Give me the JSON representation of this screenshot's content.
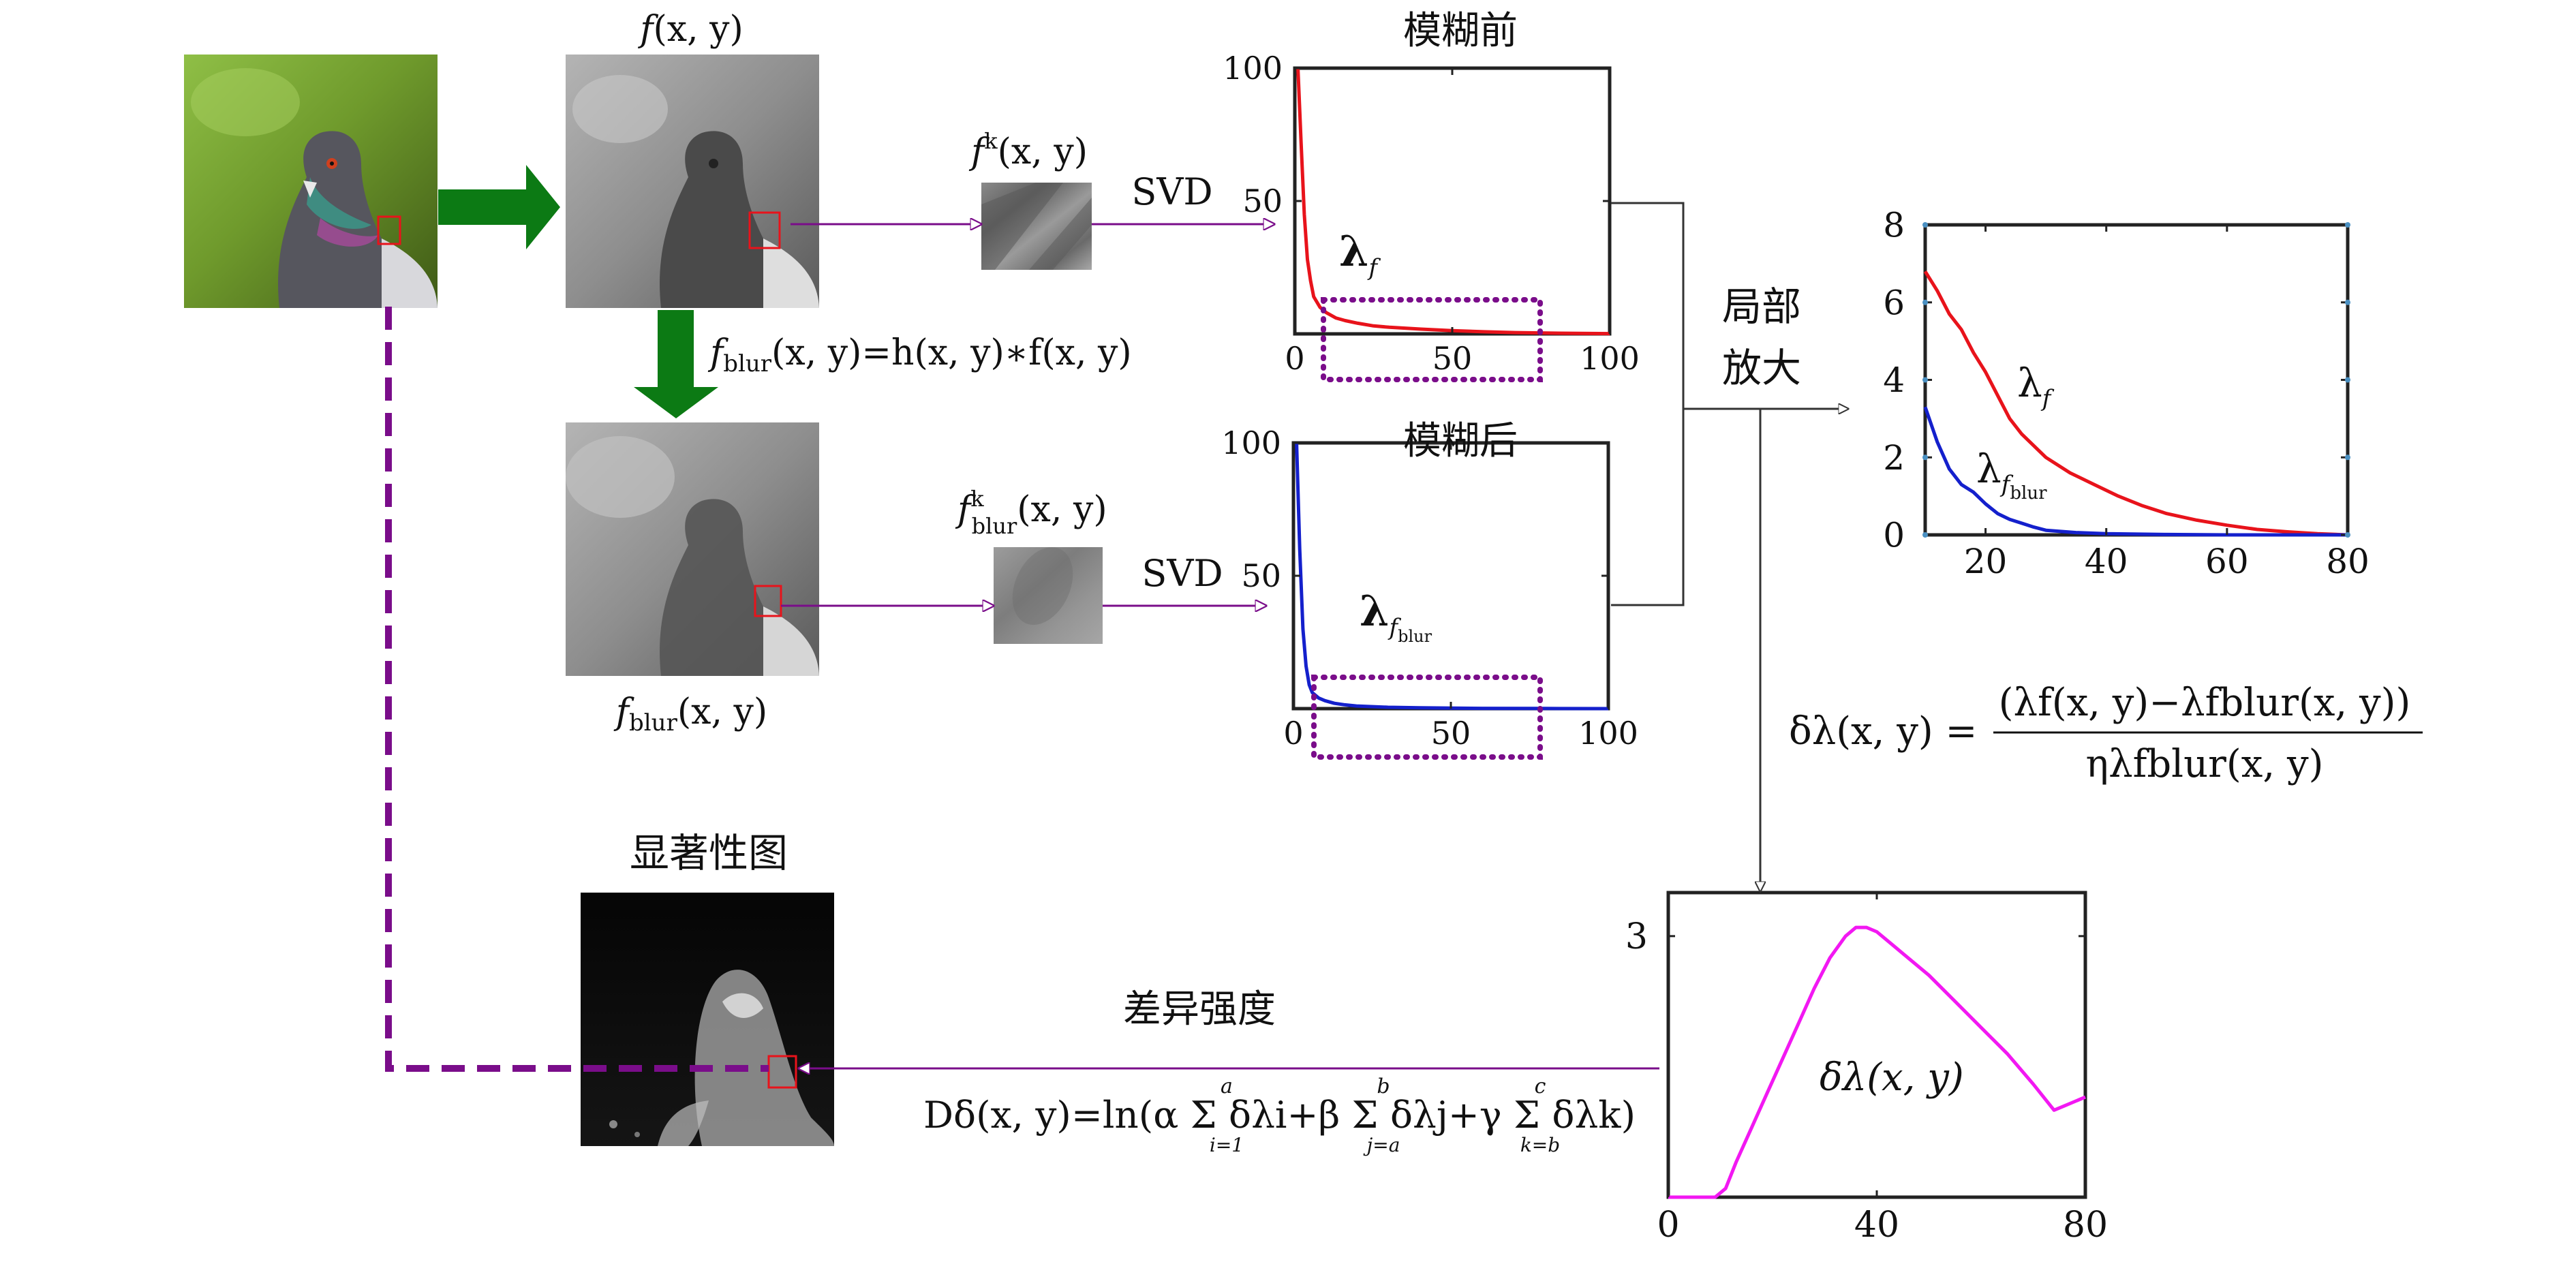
{
  "colors": {
    "red": "#e8131b",
    "blue": "#1420cc",
    "magenta": "#f218f2",
    "purple": "#7a0d8a",
    "green": "#0c7a14",
    "dark_text": "#111111"
  },
  "labels": {
    "f_xy_main": "f",
    "f_xy_args": "(x, y)",
    "f_blur_base": "f",
    "f_blur_sub": "blur",
    "f_blur_args": "(x, y)",
    "blur_eq_lhs_base": "f",
    "blur_eq_lhs_sub": "blur",
    "blur_eq_rest": "(x, y)=h(x, y)∗f(x, y)",
    "fk_base": "f",
    "fk_sup": "k",
    "fk_args": "(x, y)",
    "fbk_base": "f",
    "fbk_sup": "k",
    "fbk_sub": "blur",
    "fbk_args": "(x, y)",
    "svd_top": "SVD",
    "svd_bottom": "SVD",
    "chart_before_title": "模糊前",
    "chart_after_title": "模糊后",
    "lambda_f_base": "λ",
    "lambda_f_sub": "f",
    "lambda_fb_base": "λ",
    "lambda_fb_sub": "f",
    "lambda_fb_subsub": "blur",
    "zoom_label_1": "局部",
    "zoom_label_2": "放大",
    "saliency_title": "显著性图",
    "diff_label": "差异强度",
    "delta_label": "δλ(x, y)",
    "delta_formula_lhs": "δλ(x, y) =",
    "delta_formula_num": "(λf(x, y)−λfblur(x, y))",
    "delta_formula_den": "ηλfblur(x, y)",
    "D_formula": "Dδ(x, y)=ln(α Σ δλi+β Σ δλj+γ Σ δλk)",
    "D_sum1_top": "a",
    "D_sum1_bot": "i=1",
    "D_sum2_top": "b",
    "D_sum2_bot": "j=a",
    "D_sum3_top": "c",
    "D_sum3_bot": "k=b"
  },
  "chart_data": [
    {
      "id": "before",
      "type": "line",
      "title": "模糊前",
      "xlim": [
        0,
        100
      ],
      "ylim": [
        0,
        100
      ],
      "xticks": [
        0,
        50,
        100
      ],
      "yticks": [
        50,
        100
      ],
      "series": [
        {
          "color": "#e8131b",
          "x": [
            1,
            2,
            3,
            4,
            5,
            6,
            8,
            10,
            13,
            16,
            20,
            25,
            30,
            40,
            50,
            60,
            70,
            80,
            90,
            100
          ],
          "y": [
            100,
            72,
            45,
            28,
            20,
            14,
            10,
            8,
            6,
            5,
            4,
            3,
            2.5,
            1.8,
            1.2,
            0.8,
            0.5,
            0.3,
            0.2,
            0.1
          ]
        }
      ]
    },
    {
      "id": "after",
      "type": "line",
      "title": "模糊后",
      "xlim": [
        0,
        100
      ],
      "ylim": [
        0,
        100
      ],
      "xticks": [
        0,
        50,
        100
      ],
      "yticks": [
        50,
        100
      ],
      "series": [
        {
          "color": "#1420cc",
          "x": [
            1,
            2,
            3,
            4,
            5,
            6,
            8,
            10,
            13,
            16,
            20,
            30,
            40,
            60,
            80,
            100
          ],
          "y": [
            100,
            60,
            30,
            16,
            9,
            6,
            4,
            3,
            2,
            1.5,
            1,
            0.5,
            0.3,
            0.1,
            0.05,
            0
          ]
        }
      ]
    },
    {
      "id": "zoom",
      "type": "line",
      "title": "",
      "xlim": [
        10,
        80
      ],
      "ylim": [
        0,
        8
      ],
      "xticks": [
        20,
        40,
        60,
        80
      ],
      "yticks": [
        0,
        2,
        4,
        6,
        8
      ],
      "series": [
        {
          "name": "λf",
          "color": "#e8131b",
          "x": [
            10,
            12,
            14,
            16,
            18,
            20,
            22,
            24,
            26,
            28,
            30,
            34,
            38,
            42,
            46,
            50,
            55,
            60,
            65,
            70,
            75,
            80
          ],
          "y": [
            6.8,
            6.3,
            5.7,
            5.3,
            4.7,
            4.2,
            3.6,
            3.0,
            2.6,
            2.3,
            2.0,
            1.6,
            1.3,
            1.0,
            0.75,
            0.55,
            0.38,
            0.25,
            0.14,
            0.08,
            0.03,
            0.0
          ]
        },
        {
          "name": "λfblur",
          "color": "#1420cc",
          "x": [
            10,
            12,
            14,
            16,
            18,
            20,
            22,
            24,
            26,
            28,
            30,
            35,
            40,
            50,
            60,
            70,
            80
          ],
          "y": [
            3.3,
            2.4,
            1.7,
            1.3,
            1.1,
            0.8,
            0.55,
            0.4,
            0.3,
            0.2,
            0.12,
            0.06,
            0.03,
            0.01,
            0.0,
            0.0,
            0.0
          ]
        }
      ]
    },
    {
      "id": "delta",
      "type": "line",
      "title": "",
      "xlim": [
        0,
        80
      ],
      "ylim": [
        0,
        3.5
      ],
      "xticks": [
        0,
        40,
        80
      ],
      "yticks": [
        3
      ],
      "series": [
        {
          "name": "δλ(x, y)",
          "color": "#f218f2",
          "x": [
            0,
            3,
            6,
            9,
            11,
            13,
            16,
            19,
            22,
            25,
            28,
            31,
            34,
            36,
            38,
            40,
            43,
            46,
            50,
            55,
            60,
            65,
            70,
            74,
            76,
            78,
            80
          ],
          "y": [
            0,
            0,
            0,
            0,
            0.1,
            0.4,
            0.8,
            1.2,
            1.6,
            2.0,
            2.4,
            2.75,
            3.0,
            3.1,
            3.1,
            3.05,
            2.9,
            2.75,
            2.55,
            2.25,
            1.95,
            1.65,
            1.3,
            1.0,
            1.05,
            1.1,
            1.15
          ]
        }
      ]
    }
  ]
}
